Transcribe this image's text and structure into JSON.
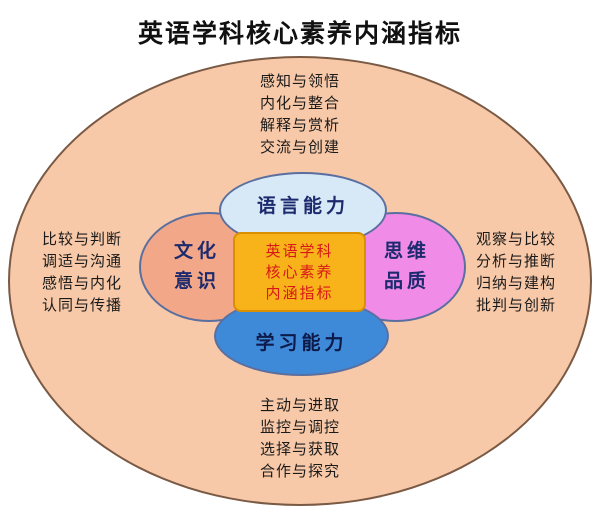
{
  "title": "英语学科核心素养内涵指标",
  "core": {
    "lines": [
      "英语学科",
      "核心素养",
      "内涵指标"
    ]
  },
  "petals": {
    "top": "语言能力",
    "bottom": "学习能力",
    "left": [
      "文化",
      "意识"
    ],
    "right": [
      "思维",
      "品质"
    ]
  },
  "blocks": {
    "top": [
      "感知与领悟",
      "内化与整合",
      "解释与赏析",
      "交流与创建"
    ],
    "left": [
      "比较与判断",
      "调适与沟通",
      "感悟与内化",
      "认同与传播"
    ],
    "right": [
      "观察与比较",
      "分析与推断",
      "归纳与建构",
      "批判与创新"
    ],
    "bottom": [
      "主动与进取",
      "监控与调控",
      "选择与获取",
      "合作与探究"
    ]
  },
  "colors": {
    "outer": "#f8c9a8",
    "language": "#d7e9f7",
    "learning": "#3f8ad8",
    "culture": "#f2a888",
    "thinking": "#f08be8",
    "core": "#f8b21a",
    "core_text": "#d81818"
  }
}
